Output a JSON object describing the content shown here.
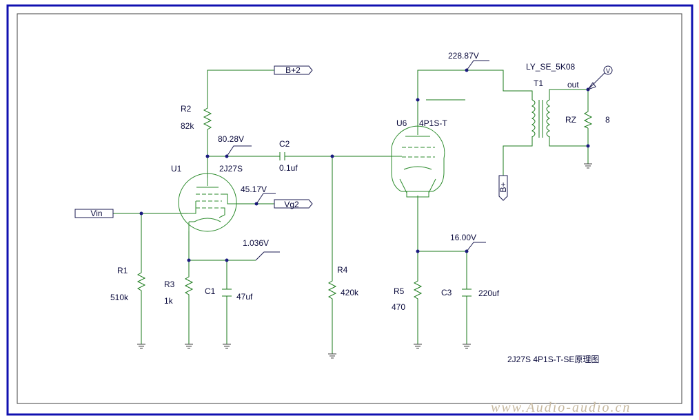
{
  "title": "2J27S 4P1S-T-SE原理图",
  "watermark": "www.Audio-audio.cn",
  "colors": {
    "frame": "#1010b0",
    "wire": "#1a7a1a",
    "text": "#0a0a3c"
  },
  "components": {
    "r2": {
      "ref": "R2",
      "value": "82k"
    },
    "u1": {
      "ref": "U1",
      "type": "2J27S"
    },
    "c2": {
      "ref": "C2",
      "value": "0.1uf"
    },
    "r1": {
      "ref": "R1",
      "value": "510k"
    },
    "r3": {
      "ref": "R3",
      "value": "1k"
    },
    "c1": {
      "ref": "C1",
      "value": "47uf"
    },
    "r4": {
      "ref": "R4",
      "value": "420k"
    },
    "u6": {
      "ref": "U6",
      "type": "4P1S-T"
    },
    "r5": {
      "ref": "R5",
      "value": "470"
    },
    "c3": {
      "ref": "C3",
      "value": "220uf"
    },
    "t1": {
      "ref": "T1",
      "type": "LY_SE_5K08"
    },
    "rz": {
      "ref": "RZ",
      "value": "8"
    }
  },
  "voltages": {
    "u1_plate": "80.28V",
    "u1_screen": "45.17V",
    "u1_cathode": "1.036V",
    "u6_plate": "228.87V",
    "u6_cathode": "16.00V"
  },
  "ports": {
    "b2": "B+2",
    "vg2": "Vg2",
    "vin": "Vin",
    "bplus": "B+",
    "out": "out",
    "probe": "V"
  }
}
